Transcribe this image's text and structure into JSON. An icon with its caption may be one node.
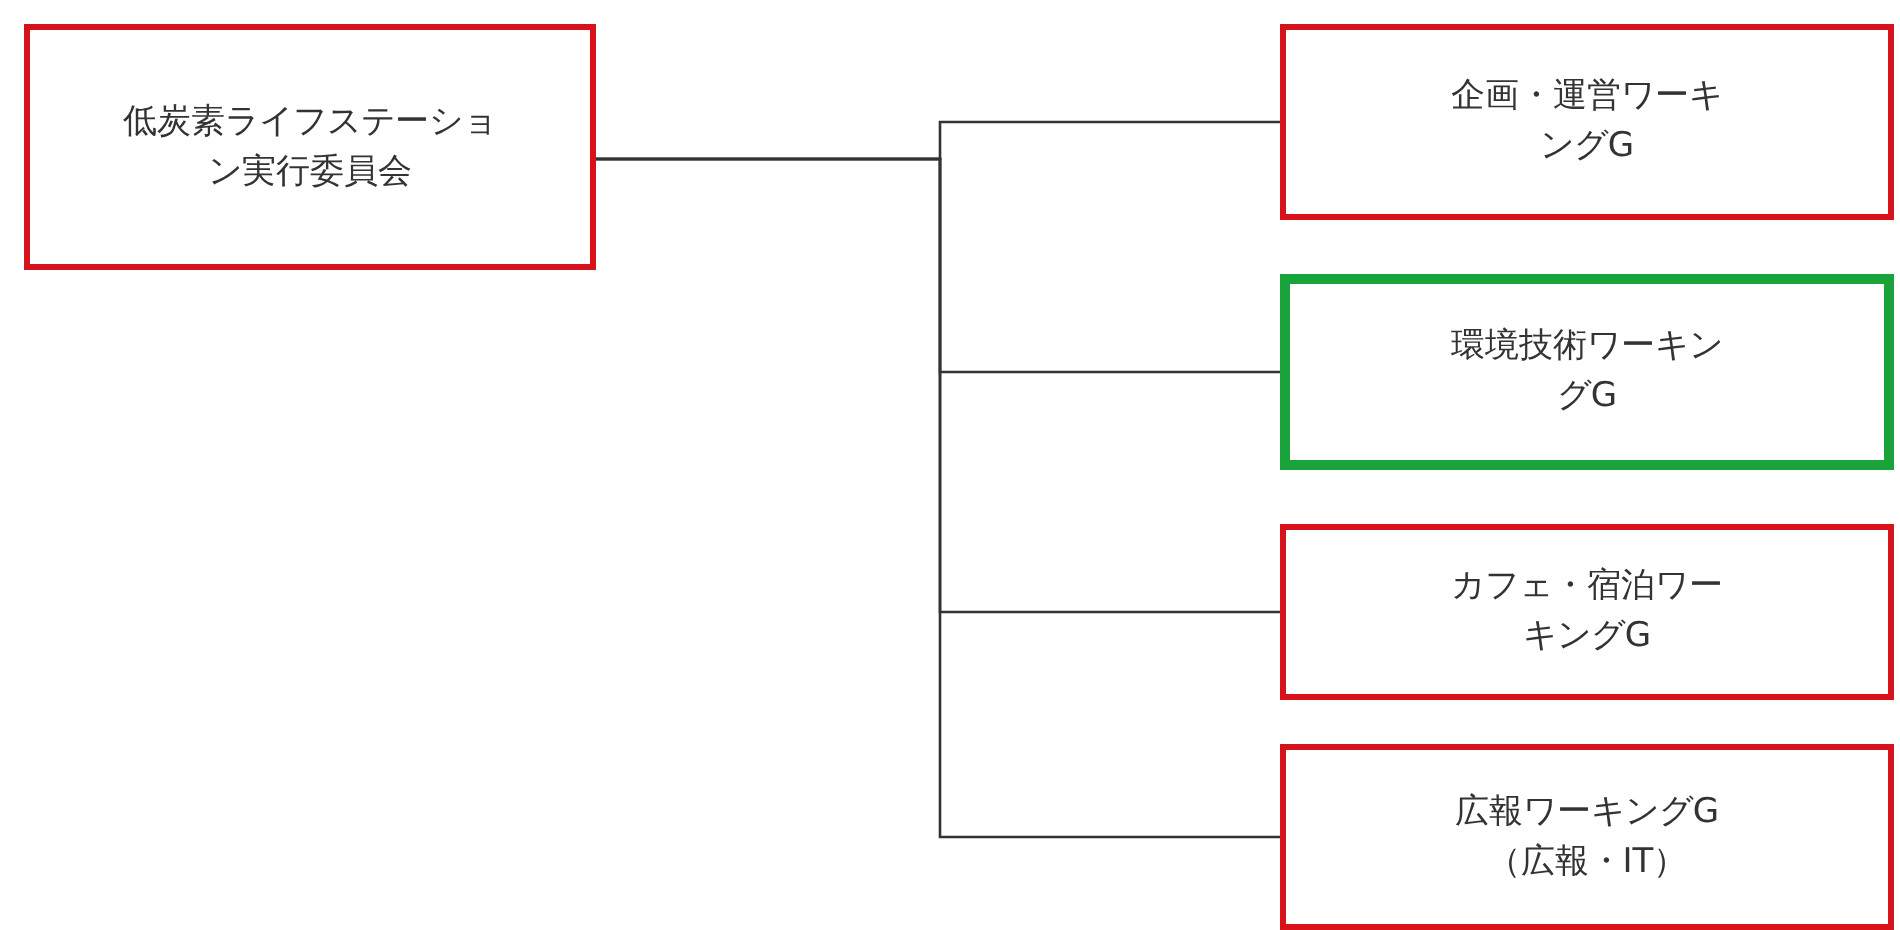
{
  "diagram": {
    "nodes": [
      {
        "text": [
          "低炭素ライフステーション実行委員会"
        ]
      },
      {
        "text": [
          "企画・運営ワーキングG"
        ]
      },
      {
        "text": [
          "環境技術ワーキングG"
        ]
      },
      {
        "text": [
          "カフェ・宿泊ワーキングG"
        ]
      },
      {
        "text": [
          "広報ワーキングG（広報・IT）"
        ]
      }
    ],
    "edges": [
      {
        "from": 0,
        "to": 1,
        "arrow": "none"
      },
      {
        "from": 0,
        "to": 2,
        "arrow": "none"
      },
      {
        "from": 0,
        "to": 3,
        "arrow": "none"
      },
      {
        "from": 0,
        "to": 4,
        "arrow": "none"
      }
    ]
  }
}
